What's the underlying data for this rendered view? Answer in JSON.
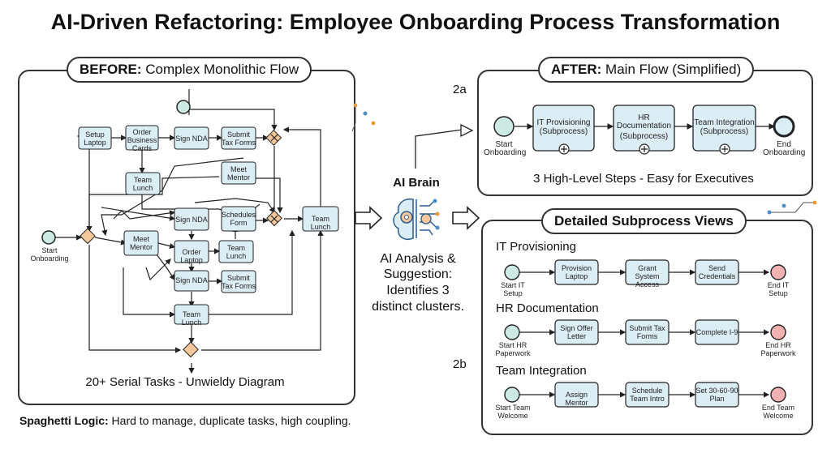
{
  "title": "AI-Driven Refactoring: Employee Onboarding Process Transformation",
  "before": {
    "heading_bold": "BEFORE:",
    "heading_rest": " Complex Monolithic Flow",
    "caption": "20+ Serial Tasks - Unwieldy Diagram",
    "footer_bold": "Spaghetti Logic:",
    "footer_rest": " Hard to manage, duplicate tasks, high coupling.",
    "start_label": "Start Onboarding",
    "tasks": [
      "Setup Laptop",
      "Order Business Cards",
      "Sign NDA",
      "Submit Tax Forms",
      "Team Lunch",
      "Meet Mentor",
      "Sign NDA",
      "Schedules Form",
      "Team Lunch",
      "Meet Mentor",
      "Order Laptop",
      "Team Lunch",
      "Sign NDA",
      "Submit Tax Forms",
      "Team Lunch"
    ]
  },
  "ai": {
    "label": "AI Brain",
    "analysis": [
      "AI Analysis &",
      "Suggestion:",
      "Identifies 3",
      "distinct clusters."
    ]
  },
  "after": {
    "heading_bold": "AFTER:",
    "heading_rest": " Main Flow (Simplified)",
    "step_marker": "2a",
    "start": "Start Onboarding",
    "end": "End Onboarding",
    "steps": [
      {
        "name": "IT Provisioning",
        "sub": "(Subprocess)"
      },
      {
        "name": "HR Documentation",
        "sub": "(Subprocess)"
      },
      {
        "name": "Team Integration",
        "sub": "(Subprocess)"
      }
    ],
    "caption": "3 High-Level Steps - Easy for Executives"
  },
  "detailed": {
    "heading": "Detailed Subprocess Views",
    "step_marker": "2b",
    "rows": [
      {
        "title": "IT Provisioning",
        "start": "Start IT Setup",
        "tasks": [
          "Provision Laptop",
          "Grant System Access",
          "Send Credentials"
        ],
        "end": "End IT Setup"
      },
      {
        "title": "HR Documentation",
        "start": "Start HR Paperwork",
        "tasks": [
          "Sign Offer Letter",
          "Submit Tax Forms",
          "Complete I-9"
        ],
        "end": "End HR Paperwork"
      },
      {
        "title": "Team Integration",
        "start": "Start Team Welcome",
        "tasks": [
          "Assign Mentor",
          "Schedule Team Intro",
          "Set 30-60-90 Plan"
        ],
        "end": "End Team Welcome"
      }
    ]
  },
  "colors": {
    "start": "#cde9e4",
    "task": "#dceef5",
    "end": "#f3b2b2",
    "gateway": "#f5c79a"
  }
}
